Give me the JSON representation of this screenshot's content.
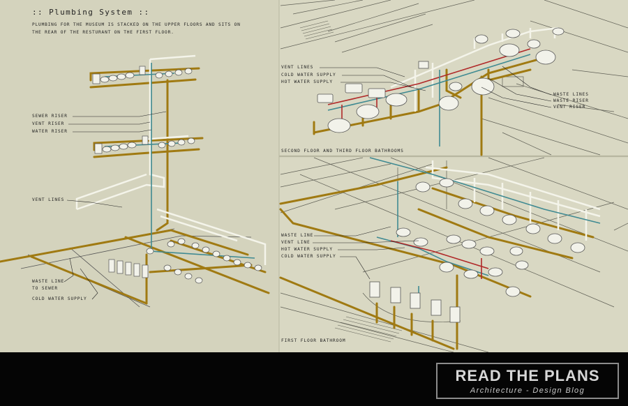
{
  "sheet": {
    "title": ":: Plumbing System ::",
    "description": "Plumbing for the museum is stacked on the upper floors and sits on the rear of the resturant on the first floor."
  },
  "left_labels": {
    "sewer_riser": "Sewer riser",
    "vent_riser": "Vent riser",
    "water_riser": "Water riser",
    "vent_lines": "Vent lines",
    "waste_line_1": "Waste line",
    "waste_line_2": "to sewer",
    "cold_water": "Cold water supply"
  },
  "upper_right_labels": {
    "vent_lines": "Vent lines",
    "cold_water": "Cold water supply",
    "hot_water": "Hot water supply",
    "waste_lines": "Waste lines",
    "waste_riser": "Waste riser",
    "vent_riser": "Vent riser",
    "caption": "Second floor and third floor bathrooms"
  },
  "lower_right_labels": {
    "waste_line": "Waste line",
    "vent_line": "Vent line",
    "hot_water": "Hot water supply",
    "cold_water": "Cold water supply",
    "caption": "First floor bathroom"
  },
  "branding": {
    "title": "READ THE PLANS",
    "subtitle": "Architecture - Design Blog"
  },
  "colors": {
    "background": "#d4d3bd",
    "waste_pipe": "#a07a12",
    "vent_pipe": "#f4f4ea",
    "cold_water": "#3f8a92",
    "hot_water": "#b02828",
    "footer": "#050505"
  }
}
